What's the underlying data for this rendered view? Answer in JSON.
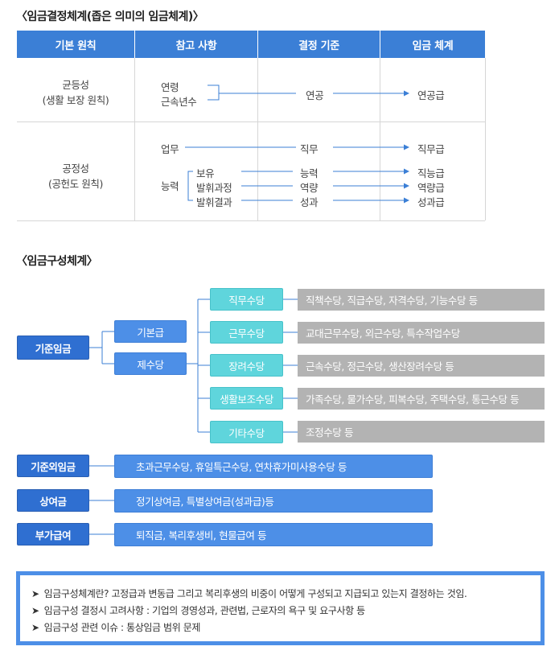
{
  "section1": {
    "title": "〈임금결정체계(좁은 의미의 임금체계)〉",
    "headers": [
      "기본 원칙",
      "참고 사항",
      "결정 기준",
      "임금 체계"
    ],
    "row1": {
      "principle": [
        "균등성",
        "(생활 보장 원칙)"
      ],
      "refs": [
        "연령",
        "근속년수"
      ],
      "criterion": "연공",
      "system": "연공급"
    },
    "row2": {
      "principle": [
        "공정성",
        "(공헌도 원칙)"
      ],
      "ref_work": "업무",
      "ref_ability": "능력",
      "ability_items": [
        "보유",
        "발휘과정",
        "발휘결과"
      ],
      "criteria": [
        "직무",
        "능력",
        "역량",
        "성과"
      ],
      "systems": [
        "직무급",
        "직능급",
        "역량급",
        "성과급"
      ]
    }
  },
  "section2": {
    "title": "〈임금구성체계〉",
    "root": "기준임금",
    "level2": [
      "기본급",
      "제수당"
    ],
    "allowances": [
      {
        "name": "직무수당",
        "detail": "직책수당, 직급수당, 자격수당, 기능수당 등"
      },
      {
        "name": "근무수당",
        "detail": "교대근무수당, 외근수당, 특수작업수당"
      },
      {
        "name": "장려수당",
        "detail": "근속수당, 정근수당, 생산장려수당 등"
      },
      {
        "name": "생활보조수당",
        "detail": "가족수당, 물가수당, 피복수당, 주택수당, 통근수당 등"
      },
      {
        "name": "기타수당",
        "detail": "조정수당 등"
      }
    ],
    "others": [
      {
        "name": "기준외임금",
        "detail": "초과근무수당, 휴일특근수당, 연차휴가미사용수당 등"
      },
      {
        "name": "상여금",
        "detail": "정기상여금, 특별상여금(성과급)등"
      },
      {
        "name": "부가급여",
        "detail": "퇴직금, 복리후생비, 현물급여 등"
      }
    ]
  },
  "notes": [
    "임금구성체계란? 고정급과 변동급 그리고 복리후생의 비중이 어떻게 구성되고 지급되고 있는지 결정하는 것임.",
    "임금구성 결정시 고려사항 : 기업의 경영성과, 관련법, 근로자의 욕구 및 요구사항 등",
    "임금구성 관련 이슈 : 통상임금 범위 문제"
  ],
  "colors": {
    "header": "#3b7fd6",
    "navy": "#2f6fd1",
    "blue": "#4d8fe7",
    "cyan": "#5fd5dc",
    "gray": "#b3b3b3",
    "line": "#3b7fd6"
  }
}
